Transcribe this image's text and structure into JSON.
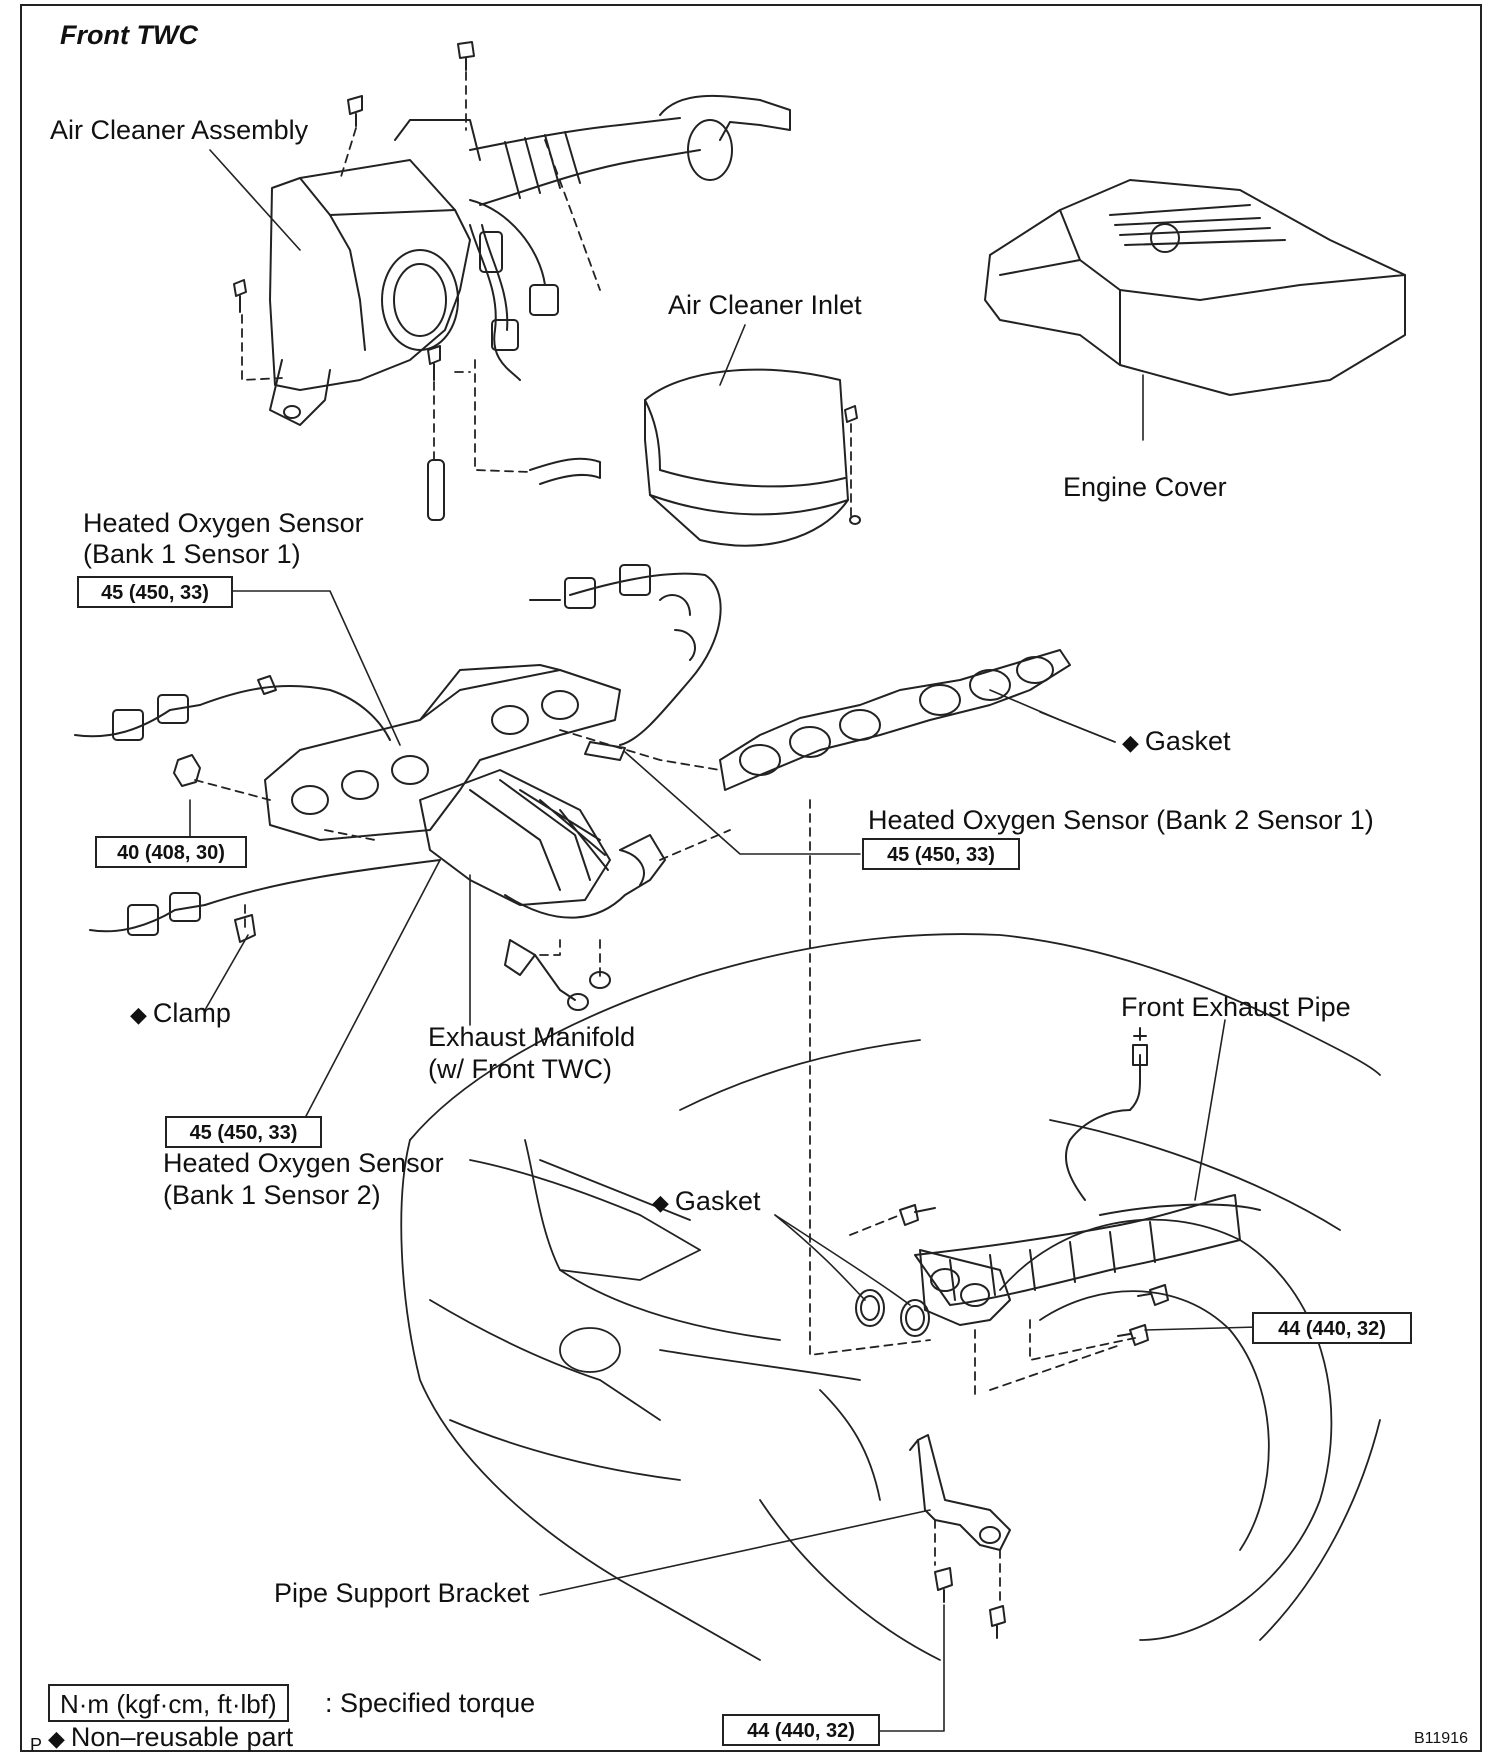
{
  "title": "Front TWC",
  "labels": {
    "air_cleaner_assembly": "Air Cleaner Assembly",
    "air_cleaner_inlet": "Air Cleaner Inlet",
    "engine_cover": "Engine Cover",
    "ho2s_b1s1_line1": "Heated Oxygen Sensor",
    "ho2s_b1s1_line2": "(Bank 1 Sensor 1)",
    "gasket_upper": "Gasket",
    "ho2s_b2s1": "Heated Oxygen Sensor (Bank 2 Sensor 1)",
    "clamp": "Clamp",
    "exhaust_manifold_line1": "Exhaust Manifold",
    "exhaust_manifold_line2": "(w/ Front TWC)",
    "front_exhaust_pipe": "Front Exhaust Pipe",
    "ho2s_b1s2_line1": "Heated Oxygen Sensor",
    "ho2s_b1s2_line2": "(Bank 1 Sensor 2)",
    "gasket_lower": "Gasket",
    "pipe_support_bracket": "Pipe Support Bracket"
  },
  "torques": {
    "b1s1": "45 (450, 33)",
    "b2s1": "45 (450, 33)",
    "manifold_nut": "40 (408, 30)",
    "b1s2": "45 (450, 33)",
    "pipe_bolt": "44 (440, 32)",
    "bracket_bolt": "44 (440, 32)"
  },
  "legend": {
    "torque_units": "N·m (kgf·cm, ft·lbf)",
    "torque_desc": ": Specified torque",
    "nonreusable": "Non–reusable part",
    "corner_mark": "P"
  },
  "figure_code": "B11916",
  "icons": {
    "nonreusable_marker": "diamond-icon"
  }
}
